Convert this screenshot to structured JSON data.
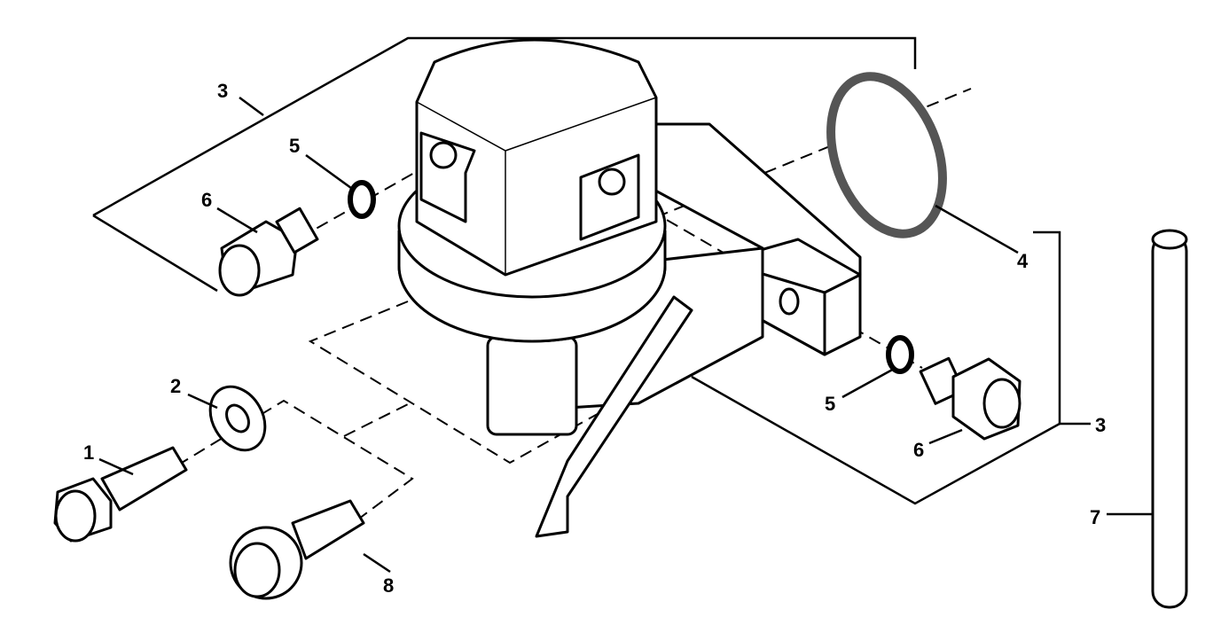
{
  "diagram": {
    "callouts": {
      "c3_left": "3",
      "c5_left": "5",
      "c6_left": "6",
      "c2": "2",
      "c1": "1",
      "c8": "8",
      "c4": "4",
      "c5_right": "5",
      "c6_right": "6",
      "c3_right": "3",
      "c7": "7"
    }
  }
}
